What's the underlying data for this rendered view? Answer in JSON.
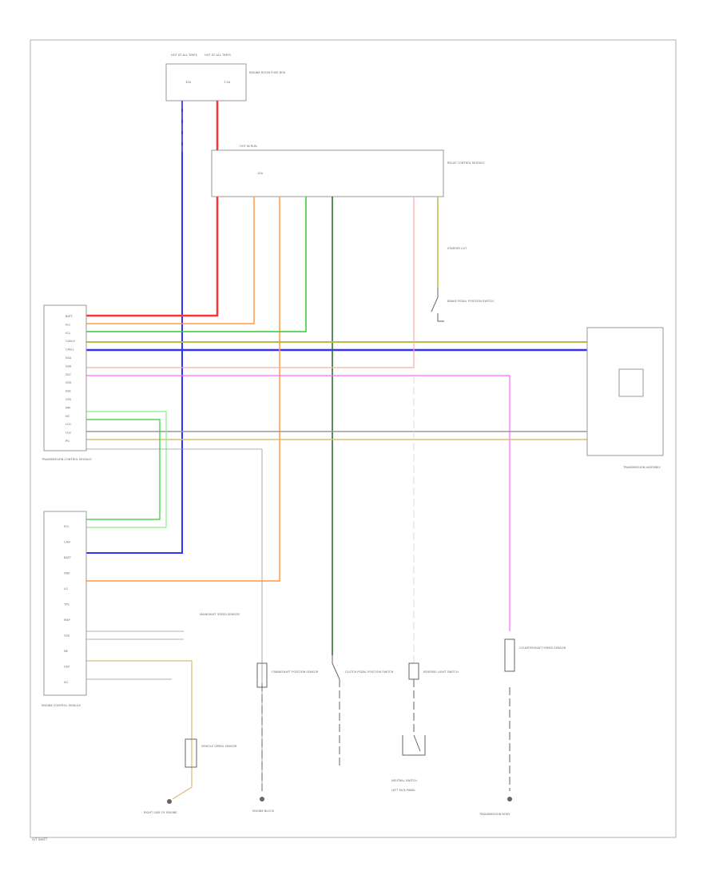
{
  "colors": {
    "red": "#ff3333",
    "blue": "#3333ff",
    "orange": "#ff9944",
    "green": "#33cc33",
    "dark_green": "#226622",
    "yellow_green": "#bbbb44",
    "pink": "#ff66ff",
    "light_pink": "#ffaaaa",
    "gray": "#999999",
    "tan": "#ddbb77",
    "light_green": "#88ee88"
  },
  "top_fuse": {
    "hot_a": "HOT AT ALL TIMES",
    "hot_b": "HOT AT ALL TIMES",
    "box_name": "ENGINE ROOM FUSE BOX",
    "fuse_a": "15A",
    "fuse_b": "7.5A"
  },
  "relay_box": {
    "hot": "HOT IN RUN",
    "name": "RELAY CONTROL MODULE",
    "fuse": "10A"
  },
  "tcm": {
    "name": "TRANSMISSION CONTROL MODULE",
    "pins": [
      "BATT",
      "IG1",
      "IG1",
      "CAN-H",
      "CAN-L",
      "SSA",
      "SSB",
      "SSC",
      "SSD",
      "SSE",
      "VSS",
      "NM",
      "NC",
      "LG1",
      "LG2",
      "PG"
    ]
  },
  "ecm": {
    "name": "ENGINE CONTROL MODULE",
    "pins": [
      "IG1",
      "CAN",
      "BATT",
      "VBU",
      "LG",
      "TPS",
      "MAP",
      "VSS",
      "NE",
      "CKP",
      "SG"
    ]
  },
  "trans_assembly": {
    "name": "TRANSMISSION ASSEMBLY"
  },
  "components": {
    "brake_switch": "BRAKE PEDAL POSITION SWITCH",
    "starter_cut": "STARTER CUT",
    "neutral_sw": "NEUTRAL SWITCH",
    "ckp_sensor": "CRANKSHAFT POSITION SENSOR",
    "vss_sensor": "VEHICLE SPEED SENSOR",
    "clutch_sw": "CLUTCH PEDAL POSITION SWITCH",
    "reverse_sw": "REVERSE LIGHT SWITCH",
    "mainshaft_sensor": "MAINSHAFT SPEED SENSOR",
    "countershaft_sensor": "COUNTERSHAFT SPEED SENSOR"
  },
  "grounds": {
    "g1": "RIGHT SIDE OF ENGINE",
    "g2": "ENGINE BLOCK",
    "g3": "LEFT KICK PANEL",
    "g4": "TRANSMISSION BODY"
  },
  "footnote": "A/T SHIFT"
}
